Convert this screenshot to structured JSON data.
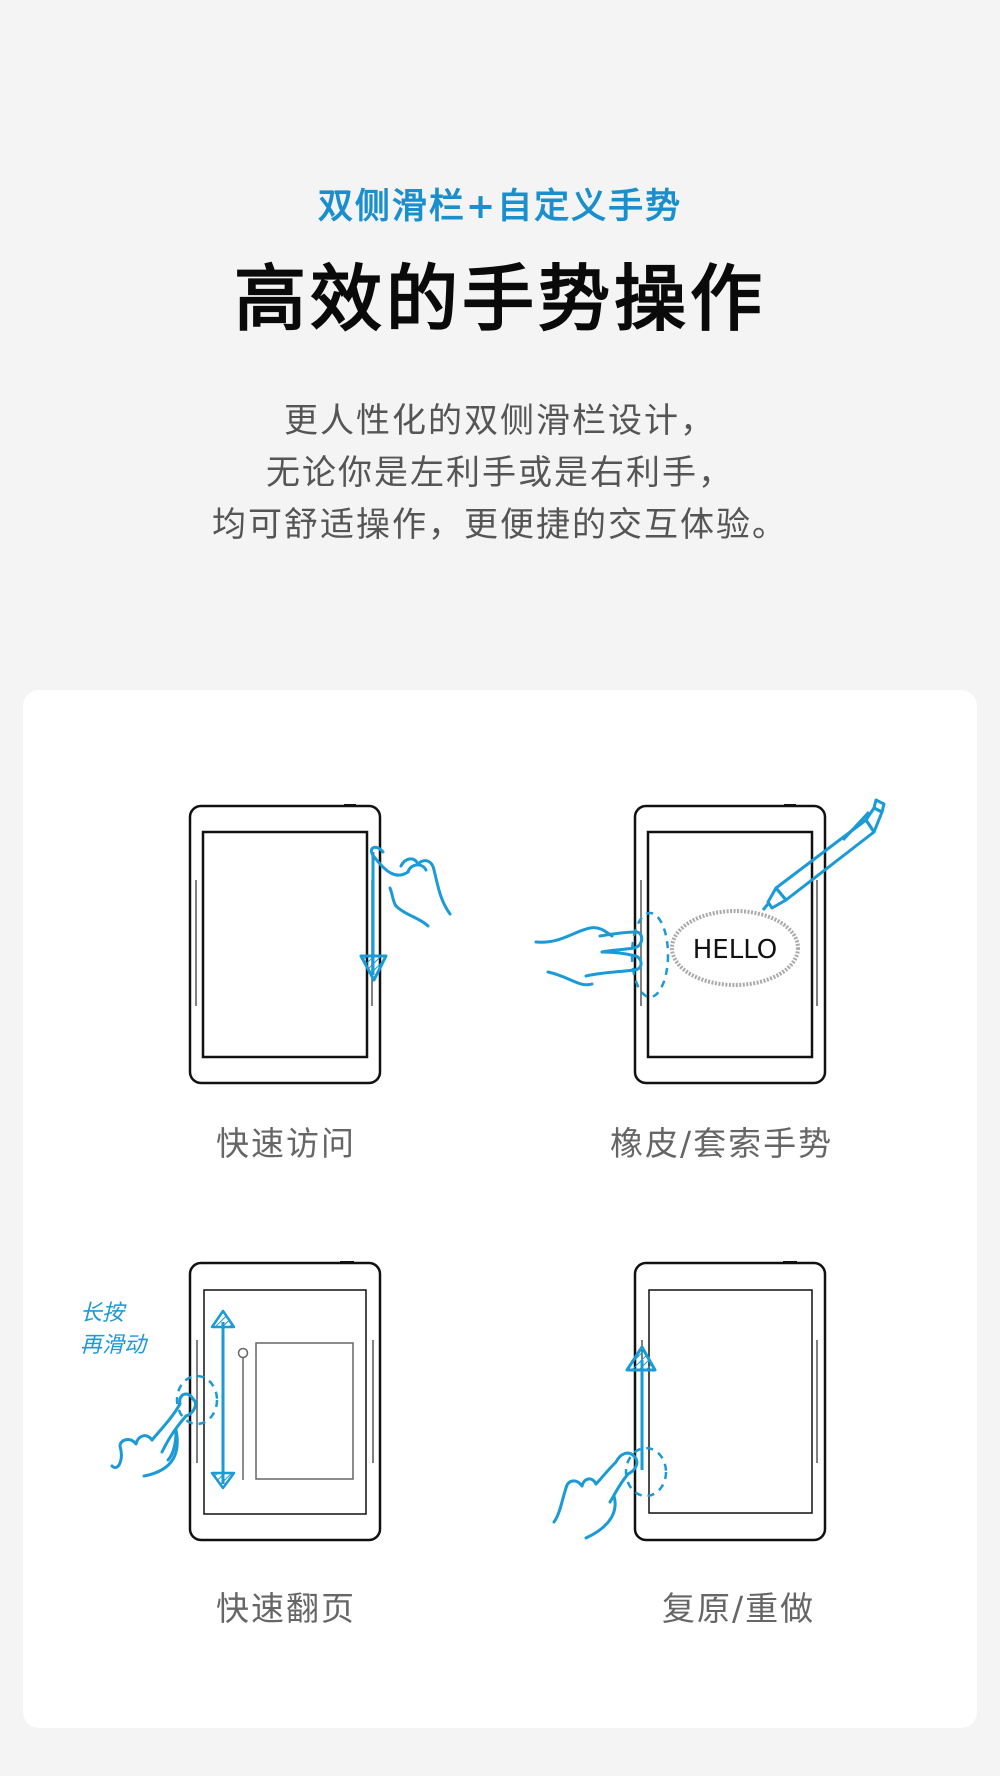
{
  "header": {
    "subtitle": "双侧滑栏+自定义手势",
    "title": "高效的手势操作",
    "description": [
      "更人性化的双侧滑栏设计，",
      "无论你是左利手或是右利手，",
      "均可舒适操作，更便捷的交互体验。"
    ]
  },
  "colors": {
    "accent": "#1a8fce",
    "sketch_blue": "#1a9ad6",
    "page_bg": "#f4f4f4",
    "card_bg": "#ffffff",
    "title": "#0a0a0a",
    "body_text": "#555555",
    "caption_text": "#666666"
  },
  "features": [
    {
      "label": "快速访问",
      "illustration": "swipe-down-right-edge"
    },
    {
      "label": "橡皮/套索手势",
      "illustration": "two-finger-left-edge-eraser-lasso",
      "screen_text": "HELLO"
    },
    {
      "label": "快速翻页",
      "illustration": "long-press-then-slide-left-edge",
      "annotation": [
        "长按",
        "再滑动"
      ]
    },
    {
      "label": "复原/重做",
      "illustration": "swipe-up-left-edge"
    }
  ]
}
